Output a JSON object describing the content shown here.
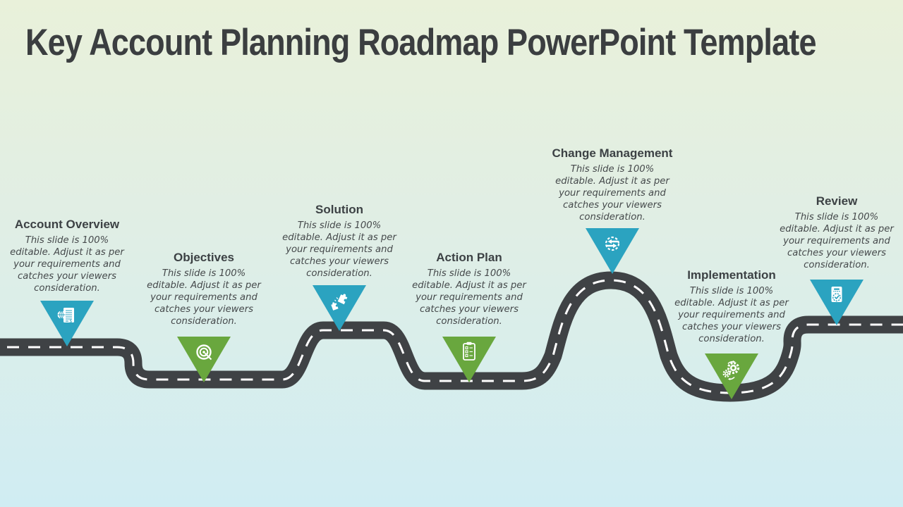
{
  "title": "Key Account Planning Roadmap PowerPoint Template",
  "colors": {
    "teal": "#2ba3c0",
    "green": "#69a73e",
    "road": "#3f4245",
    "dash": "#ffffff",
    "title_text": "#3b3e40",
    "heading_text": "#3c4144",
    "body_text": "#45494b",
    "bg_top": "#e9f1da",
    "bg_mid": "#e0eee5",
    "bg_bottom": "#d0edf3"
  },
  "milestones": [
    {
      "label": "Account Overview",
      "marker_color": "teal",
      "icon": "financial-report-globe-icon",
      "lines": [
        "This slide is 100%",
        "editable. Adjust  it as per",
        "your requirements and",
        "catches your viewers",
        "consideration."
      ]
    },
    {
      "label": "Objectives",
      "marker_color": "green",
      "icon": "target-icon",
      "lines": [
        "This slide is 100%",
        "editable. Adjust  it as per",
        "your requirements and",
        "catches your viewers",
        "consideration."
      ]
    },
    {
      "label": "Solution",
      "marker_color": "teal",
      "icon": "puzzle-pieces-icon",
      "lines": [
        "This slide is 100%",
        "editable. Adjust  it as per",
        "your requirements and",
        "catches your viewers",
        "consideration."
      ]
    },
    {
      "label": "Action Plan",
      "marker_color": "green",
      "icon": "clipboard-checklist-icon",
      "lines": [
        "This slide is 100%",
        "editable. Adjust  it as per",
        "your requirements and",
        "catches your viewers",
        "consideration."
      ]
    },
    {
      "label": "Change Management",
      "marker_color": "teal",
      "icon": "change-gear-arrows-icon",
      "lines": [
        "This slide is 100%",
        "editable. Adjust  it as per",
        "your requirements and",
        "catches your viewers",
        "consideration."
      ]
    },
    {
      "label": "Implementation",
      "marker_color": "green",
      "icon": "gears-icon",
      "lines": [
        "This slide is 100%",
        "editable. Adjust  it as per",
        "your requirements and",
        "catches your viewers",
        "consideration."
      ]
    },
    {
      "label": "Review",
      "marker_color": "teal",
      "icon": "document-approval-icon",
      "lines": [
        "This slide is 100%",
        "editable. Adjust  it as per",
        "your requirements and",
        "catches your viewers",
        "consideration."
      ]
    }
  ]
}
